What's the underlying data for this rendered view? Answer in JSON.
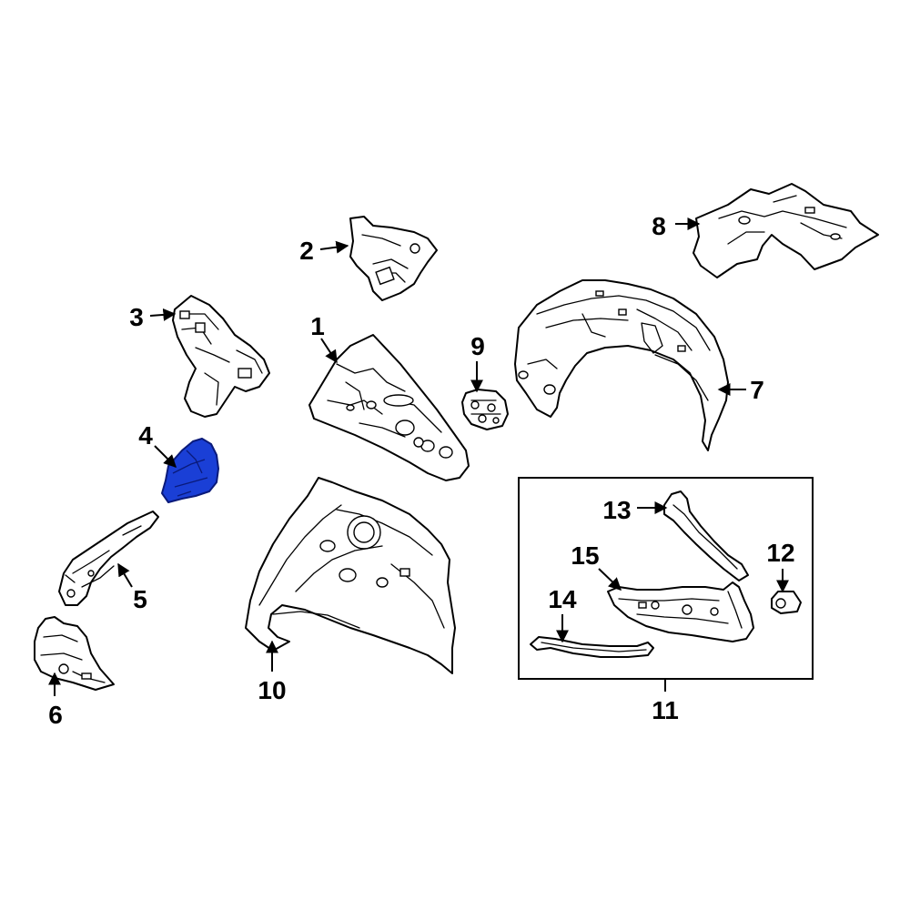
{
  "callouts": {
    "c1": "1",
    "c2": "2",
    "c3": "3",
    "c4": "4",
    "c5": "5",
    "c6": "6",
    "c7": "7",
    "c8": "8",
    "c9": "9",
    "c10": "10",
    "c11": "11",
    "c12": "12",
    "c13": "13",
    "c14": "14",
    "c15": "15"
  },
  "colors": {
    "highlight": "#1a3fd6",
    "line": "#000000",
    "background": "#ffffff"
  },
  "highlighted_part": "4"
}
